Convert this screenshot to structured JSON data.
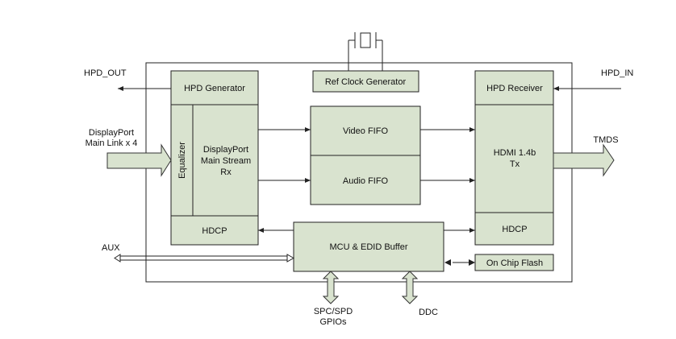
{
  "blocks": {
    "hpd_generator": "HPD Generator",
    "ref_clock": "Ref Clock Generator",
    "hpd_receiver": "HPD Receiver",
    "equalizer": "Equalizer",
    "dp_rx_line1": "DisplayPort",
    "dp_rx_line2": "Main Stream",
    "dp_rx_line3": "Rx",
    "video_fifo": "Video FIFO",
    "audio_fifo": "Audio FIFO",
    "hdmi_tx_line1": "HDMI 1.4b",
    "hdmi_tx_line2": "Tx",
    "hdcp_left": "HDCP",
    "hdcp_right": "HDCP",
    "mcu": "MCU & EDID Buffer",
    "flash": "On Chip Flash"
  },
  "signals": {
    "hpd_out": "HPD_OUT",
    "hpd_in": "HPD_IN",
    "dp_in_line1": "DisplayPort",
    "dp_in_line2": "Main Link x 4",
    "tmds": "TMDS",
    "aux": "AUX",
    "spc_line1": "SPC/SPD",
    "spc_line2": "GPIOs",
    "ddc": "DDC"
  }
}
